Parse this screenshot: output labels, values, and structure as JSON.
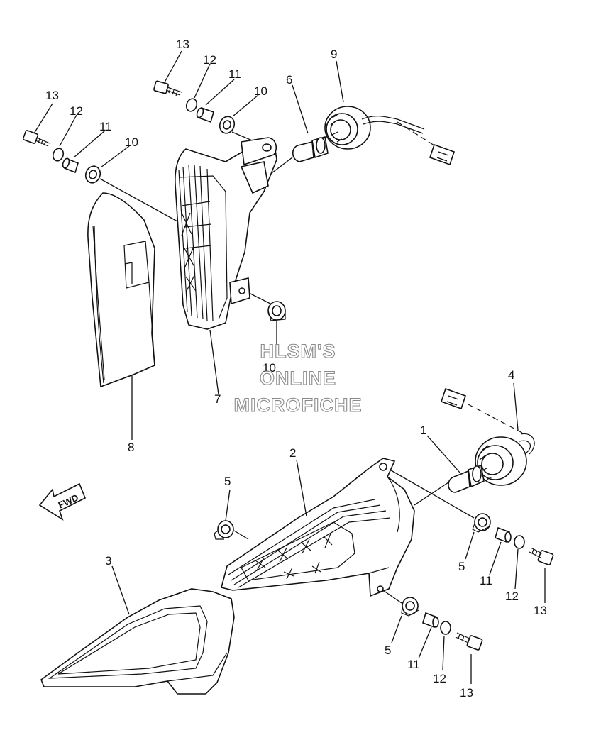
{
  "watermark": {
    "line1": "HLSM'S",
    "line2": "ONLINE",
    "line3": "MICROFICHE"
  },
  "fwd_label": "FWD",
  "callouts": [
    {
      "id": "c13a",
      "label": "13"
    },
    {
      "id": "c12a",
      "label": "12"
    },
    {
      "id": "c11a",
      "label": "11"
    },
    {
      "id": "c10a",
      "label": "10"
    },
    {
      "id": "c6",
      "label": "6"
    },
    {
      "id": "c9",
      "label": "9"
    },
    {
      "id": "c13b",
      "label": "13"
    },
    {
      "id": "c12b",
      "label": "12"
    },
    {
      "id": "c11b",
      "label": "11"
    },
    {
      "id": "c10b",
      "label": "10"
    },
    {
      "id": "c10c",
      "label": "10"
    },
    {
      "id": "c7",
      "label": "7"
    },
    {
      "id": "c8",
      "label": "8"
    },
    {
      "id": "c4",
      "label": "4"
    },
    {
      "id": "c1",
      "label": "1"
    },
    {
      "id": "c2",
      "label": "2"
    },
    {
      "id": "c5a",
      "label": "5"
    },
    {
      "id": "c5b",
      "label": "5"
    },
    {
      "id": "c11c",
      "label": "11"
    },
    {
      "id": "c12c",
      "label": "12"
    },
    {
      "id": "c13c",
      "label": "13"
    },
    {
      "id": "c3",
      "label": "3"
    },
    {
      "id": "c5c",
      "label": "5"
    },
    {
      "id": "c11d",
      "label": "11"
    },
    {
      "id": "c12d",
      "label": "12"
    },
    {
      "id": "c13d",
      "label": "13"
    }
  ]
}
